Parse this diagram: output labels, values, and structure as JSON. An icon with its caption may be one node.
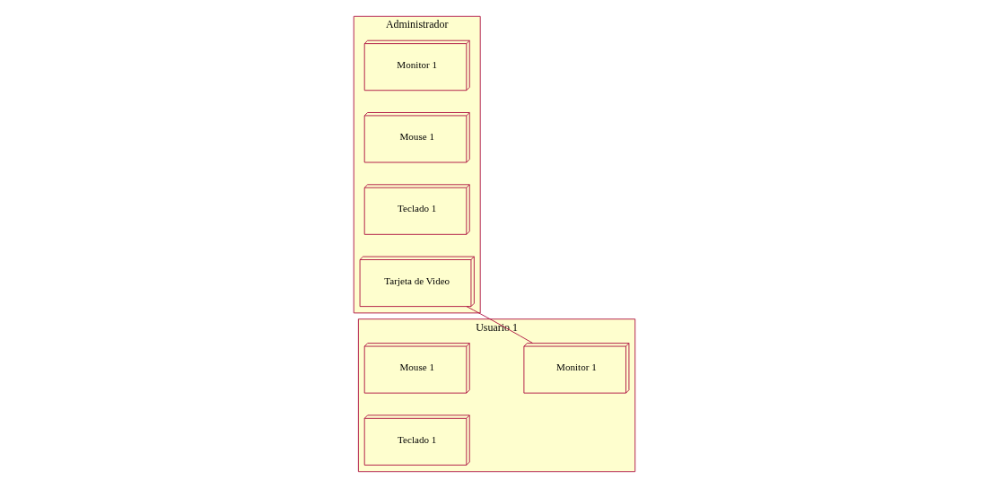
{
  "diagram": {
    "nodes": [
      {
        "text": [
          "Administrador"
        ]
      },
      {
        "text": [
          "Monitor 1"
        ],
        "in": 0
      },
      {
        "text": [
          "Mouse 1"
        ],
        "in": 0
      },
      {
        "text": [
          "Teclado 1"
        ],
        "in": 0
      },
      {
        "text": [
          "Tarjeta de Video"
        ],
        "in": 0
      },
      {
        "text": [
          "Usuario 1"
        ]
      },
      {
        "text": [
          "Monitor 1"
        ],
        "in": 5
      },
      {
        "text": [
          "Mouse 1"
        ],
        "in": 5
      },
      {
        "text": [
          "Teclado 1"
        ],
        "in": 5
      }
    ],
    "edges": [
      {
        "from": 4,
        "to": 6,
        "arrow": "none"
      }
    ]
  }
}
